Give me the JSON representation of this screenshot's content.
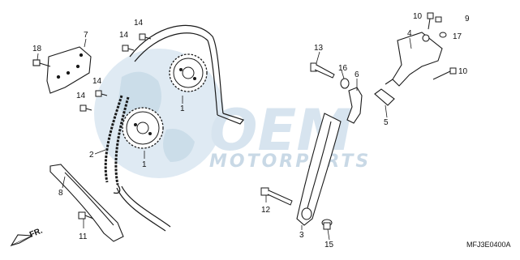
{
  "diagram": {
    "code": "MFJ3E0400A",
    "direction_label": "FR.",
    "watermark": {
      "text": "MOTORPARTS",
      "logo_text": "OEM"
    },
    "colors": {
      "line": "#1a1a1a",
      "watermark": "#d7e4ef",
      "watermark_dark": "#c9d9e6"
    },
    "callouts": [
      "1",
      "1",
      "2",
      "3",
      "4",
      "5",
      "6",
      "7",
      "8",
      "9",
      "10",
      "10",
      "11",
      "12",
      "13",
      "14",
      "14",
      "14",
      "14",
      "15",
      "16",
      "17",
      "18"
    ]
  }
}
